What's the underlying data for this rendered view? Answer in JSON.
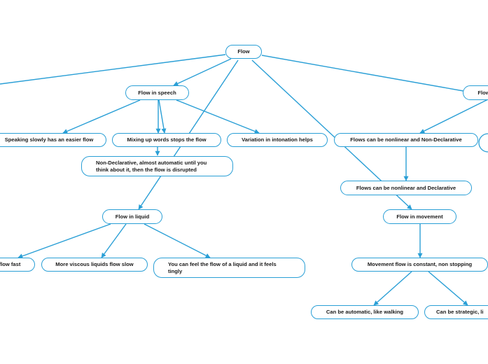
{
  "colors": {
    "line": "#2a9fd6",
    "border": "#2a9fd6",
    "text": "#1a1a1a"
  },
  "nodes": {
    "flow": "Flow",
    "flow_in_speech": "Flow in speech",
    "flow_right": "Flow",
    "speaking_slowly": "Speaking slowly has an easier flow",
    "mixing_up_words": "Mixing up words stops the flow",
    "variation_intonation": "Variation in intonation helps",
    "nonlinear_nondeclarative": "Flows can be nonlinear and Non-Declarative",
    "nondeclarative_automatic": "Non-Declarative, almost automatic until you think about it, then the flow is disrupted",
    "nonlinear_declarative": "Flows can be nonlinear and Declarative",
    "flow_in_liquid": "Flow in liquid",
    "flow_in_movement": "Flow in movement",
    "flow_fast": "flow fast",
    "viscous_liquids": "More viscous liquids flow slow",
    "feel_flow_liquid": "You can feel the flow of a liquid and it feels tingly",
    "movement_constant": "Movement flow is constant, non stopping",
    "automatic_walking": "Can be automatic, like walking",
    "strategic": "Can be strategic, li"
  }
}
